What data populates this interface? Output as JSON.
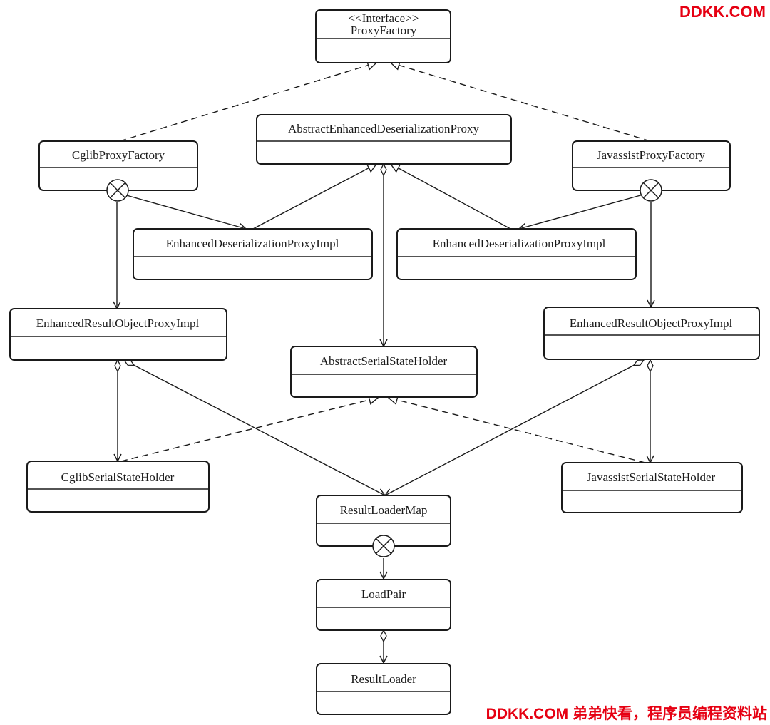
{
  "watermark": {
    "top": "DDKK.COM",
    "bottom": "DDKK.COM 弟弟快看，程序员编程资料站"
  },
  "classes": {
    "proxy_factory": {
      "stereotype": "<<Interface>>",
      "name": "ProxyFactory"
    },
    "abstract_enhanced_deserialization_proxy": {
      "name": "AbstractEnhancedDeserializationProxy"
    },
    "cglib_proxy_factory": {
      "name": "CglibProxyFactory"
    },
    "javassist_proxy_factory": {
      "name": "JavassistProxyFactory"
    },
    "enhanced_deserialization_proxy_impl_left": {
      "name": "EnhancedDeserializationProxyImpl"
    },
    "enhanced_deserialization_proxy_impl_right": {
      "name": "EnhancedDeserializationProxyImpl"
    },
    "enhanced_result_object_proxy_impl_left": {
      "name": "EnhancedResultObjectProxyImpl"
    },
    "enhanced_result_object_proxy_impl_right": {
      "name": "EnhancedResultObjectProxyImpl"
    },
    "abstract_serial_state_holder": {
      "name": "AbstractSerialStateHolder"
    },
    "cglib_serial_state_holder": {
      "name": "CglibSerialStateHolder"
    },
    "javassist_serial_state_holder": {
      "name": "JavassistSerialStateHolder"
    },
    "result_loader_map": {
      "name": "ResultLoaderMap"
    },
    "load_pair": {
      "name": "LoadPair"
    },
    "result_loader": {
      "name": "ResultLoader"
    }
  },
  "colors": {
    "line": "#1a1a1a",
    "background": "#ffffff",
    "watermark": "#e60012"
  }
}
